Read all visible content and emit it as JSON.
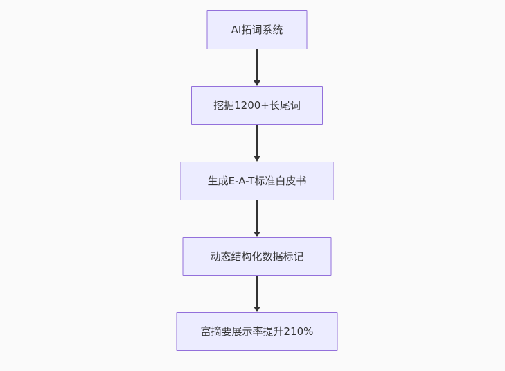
{
  "flowchart": {
    "type": "flowchart-top-down",
    "nodes": [
      {
        "id": "A",
        "label": "AI拓词系统"
      },
      {
        "id": "B",
        "label": "挖掘1200+长尾词"
      },
      {
        "id": "C",
        "label": "生成E-A-T标准白皮书"
      },
      {
        "id": "D",
        "label": "动态结构化数据标记"
      },
      {
        "id": "E",
        "label": "富摘要展示率提升210%"
      }
    ],
    "edges": [
      {
        "from": "A",
        "to": "B",
        "arrow": "down"
      },
      {
        "from": "B",
        "to": "C",
        "arrow": "down"
      },
      {
        "from": "C",
        "to": "D",
        "arrow": "down"
      },
      {
        "from": "D",
        "to": "E",
        "arrow": "down"
      }
    ],
    "colors": {
      "background": "#fafafa",
      "node_fill": "#ECECFF",
      "node_border": "#9370DB",
      "text": "#333333",
      "arrow": "#333333"
    }
  }
}
